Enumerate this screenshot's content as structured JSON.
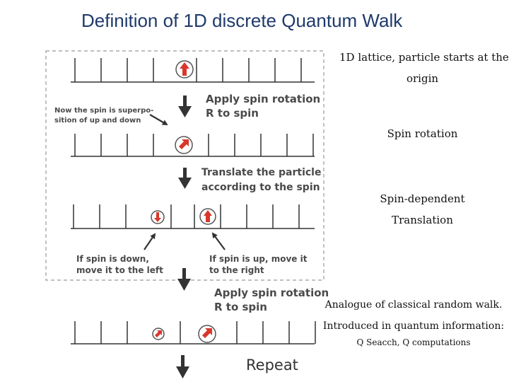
{
  "title": "Definition of 1D discrete Quantum Walk",
  "diagram": {
    "rotation_label_1": [
      "Apply spin rotation",
      "R to spin"
    ],
    "superposition_note": [
      "Now the spin is superpo-",
      "sition of up and down"
    ],
    "translate_label": [
      "Translate the particle",
      "according to the spin"
    ],
    "down_note": [
      "If spin is down,",
      "move it to the left"
    ],
    "up_note": [
      "If spin is up, move it",
      "to the right"
    ],
    "rotation_label_2": [
      "Apply spin rotation",
      "R to spin"
    ],
    "repeat_label": "Repeat"
  },
  "notes": {
    "lattice": [
      "1D lattice, particle starts at the",
      "origin"
    ],
    "rotation": "Spin rotation",
    "translation": [
      "Spin-dependent",
      "Translation"
    ],
    "analogue": [
      "Analogue of classical random walk.",
      "Introduced in quantum information:"
    ],
    "applications": "Q Seacch, Q computations"
  },
  "colors": {
    "title": "#1f3a6b",
    "arrow": "#d9372b",
    "ink": "#333333"
  }
}
